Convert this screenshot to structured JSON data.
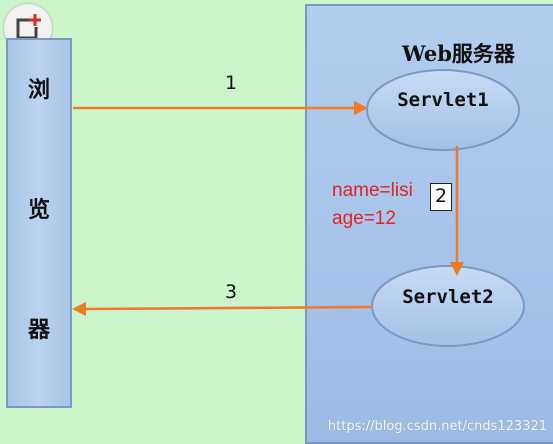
{
  "browser": {
    "chars": [
      "浏",
      "览",
      "器"
    ]
  },
  "server": {
    "title": "Web服务器",
    "servlet1": "Servlet1",
    "servlet2": "Servlet2"
  },
  "steps": {
    "step1": "1",
    "step2": "2",
    "step3": "3"
  },
  "params": {
    "line1": "name=lisi",
    "line2": "age=12"
  },
  "watermark": "https://blog.csdn.net/cnds123321",
  "colors": {
    "arrow": "#f07a26",
    "params": "#e0261f",
    "background": "#ccf5cc",
    "box": "#aac6ea"
  },
  "icons": {
    "corner": "add-window-icon"
  }
}
